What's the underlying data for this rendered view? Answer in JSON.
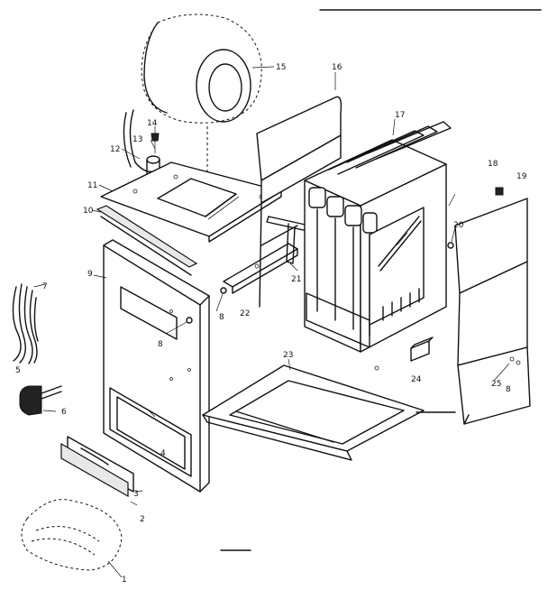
{
  "callouts": {
    "c1": "1",
    "c2": "2",
    "c3": "3",
    "c4": "4",
    "c5": "5",
    "c6": "6",
    "c7": "7",
    "c8a": "8",
    "c8b": "8",
    "c8c": "8",
    "c9": "9",
    "c10": "10",
    "c11": "11",
    "c12": "12",
    "c13": "13",
    "c14": "14",
    "c15": "15",
    "c16": "16",
    "c17": "17",
    "c18": "18",
    "c19": "19",
    "c20": "20",
    "c21": "21",
    "c22": "22",
    "c23": "23",
    "c24": "24",
    "c25": "25"
  }
}
